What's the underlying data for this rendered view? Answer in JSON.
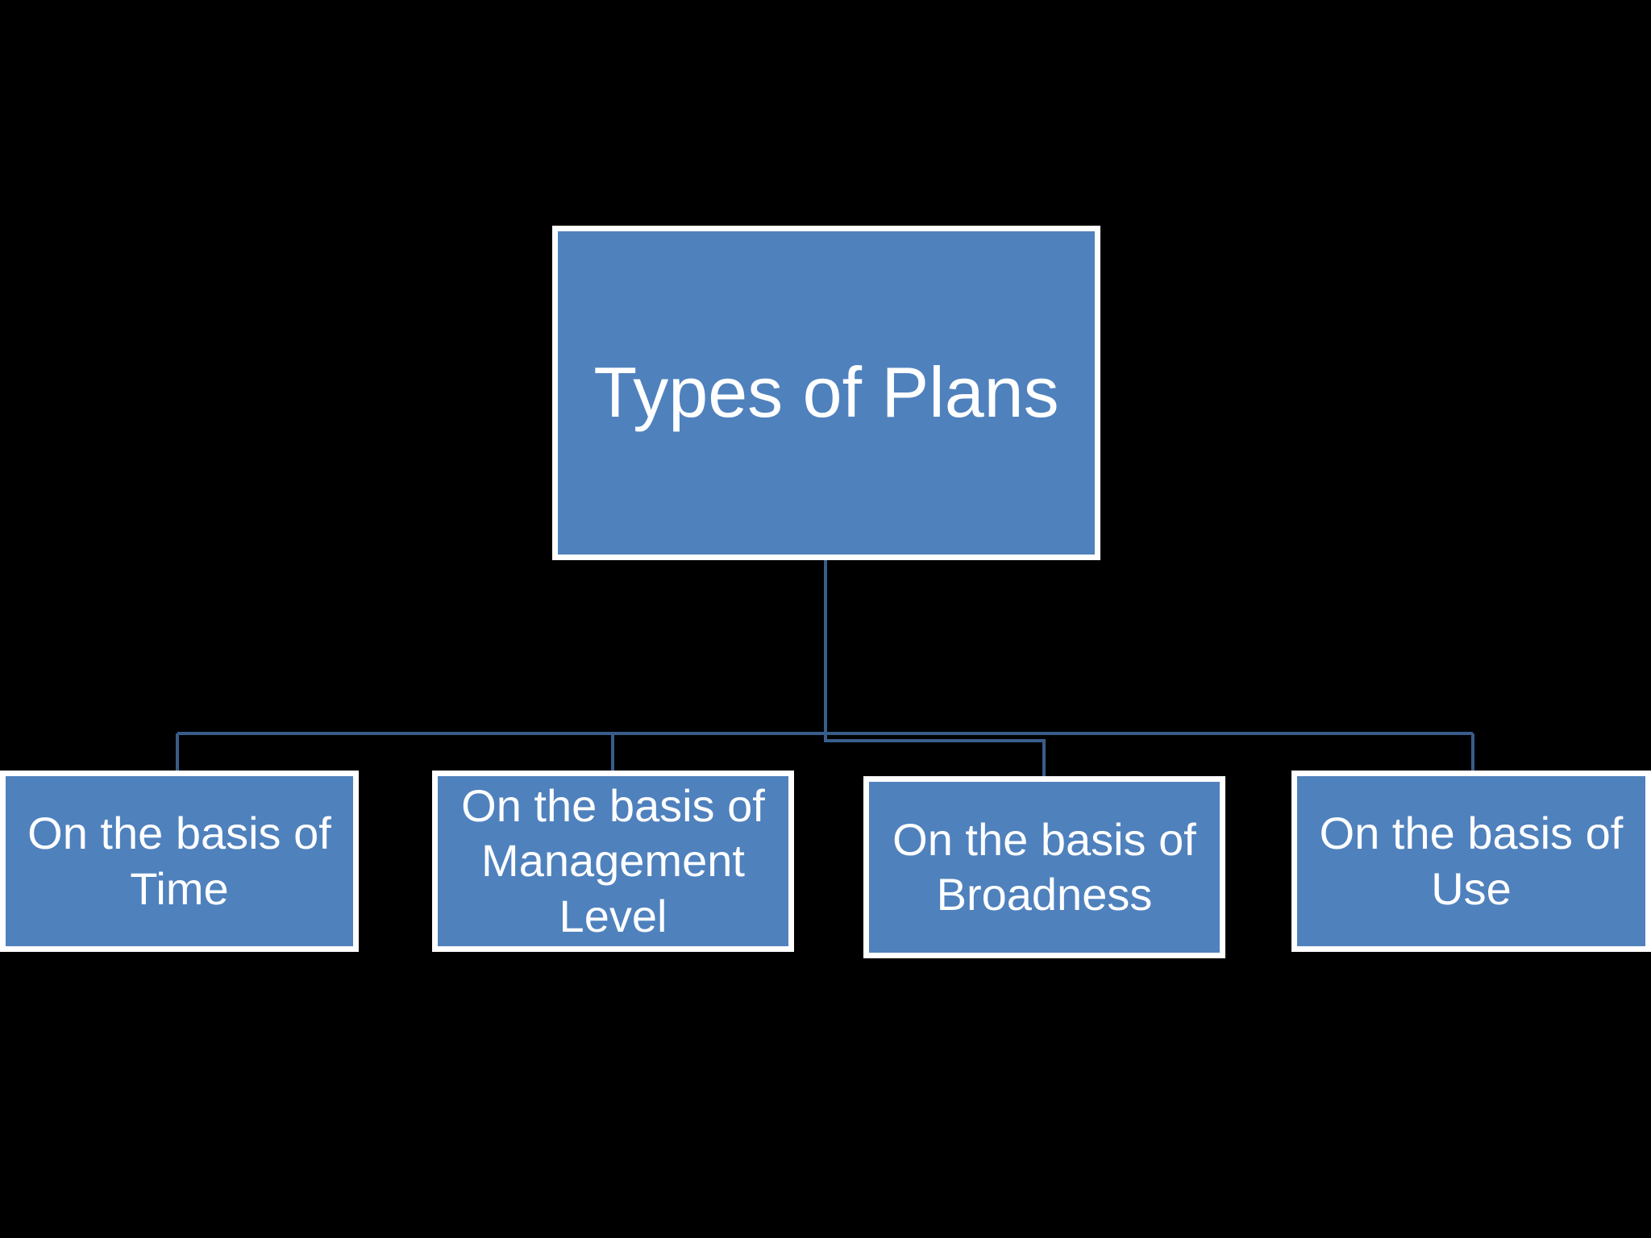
{
  "diagram": {
    "type": "org-chart",
    "colors": {
      "background": "#000000",
      "box_fill": "#4f81bd",
      "box_border": "#ffffff",
      "connector": "#385d8a",
      "text": "#ffffff"
    },
    "root": {
      "label": "Types of Plans"
    },
    "children": [
      {
        "label": "On the basis of\nTime"
      },
      {
        "label": "On the basis of\nManagement\nLevel"
      },
      {
        "label": "On the basis of\nBroadness"
      },
      {
        "label": "On the basis of\nUse"
      }
    ]
  }
}
